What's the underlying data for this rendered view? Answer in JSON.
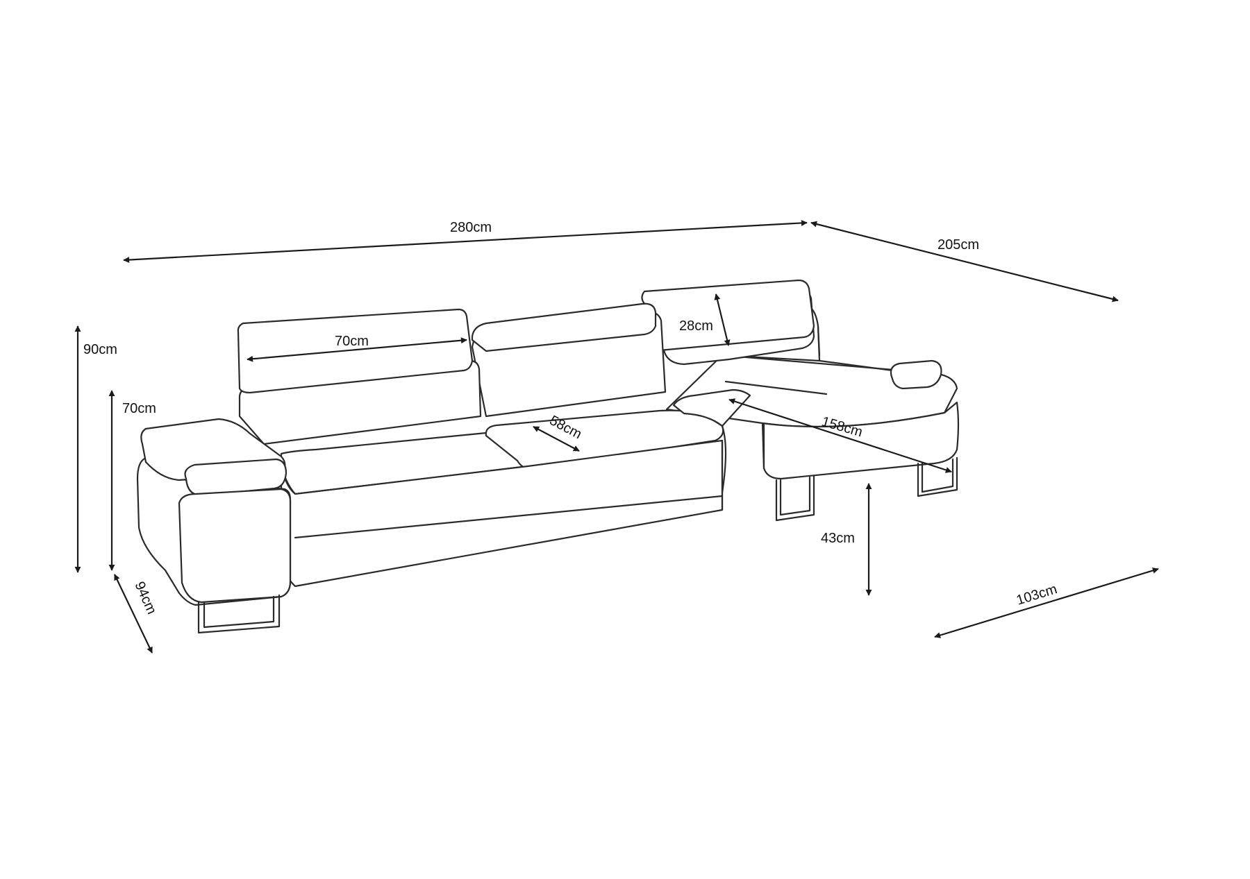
{
  "dimensions": {
    "total_width": "280cm",
    "chaise_depth": "205cm",
    "total_height": "90cm",
    "back_height": "70cm",
    "depth": "94cm",
    "headrest_width": "70cm",
    "headrest_height": "28cm",
    "seat_depth": "58cm",
    "chaise_seat_length": "158cm",
    "seat_height": "43cm",
    "chaise_width": "103cm"
  },
  "colors": {
    "line": "#2a2a2a",
    "background": "#ffffff"
  }
}
